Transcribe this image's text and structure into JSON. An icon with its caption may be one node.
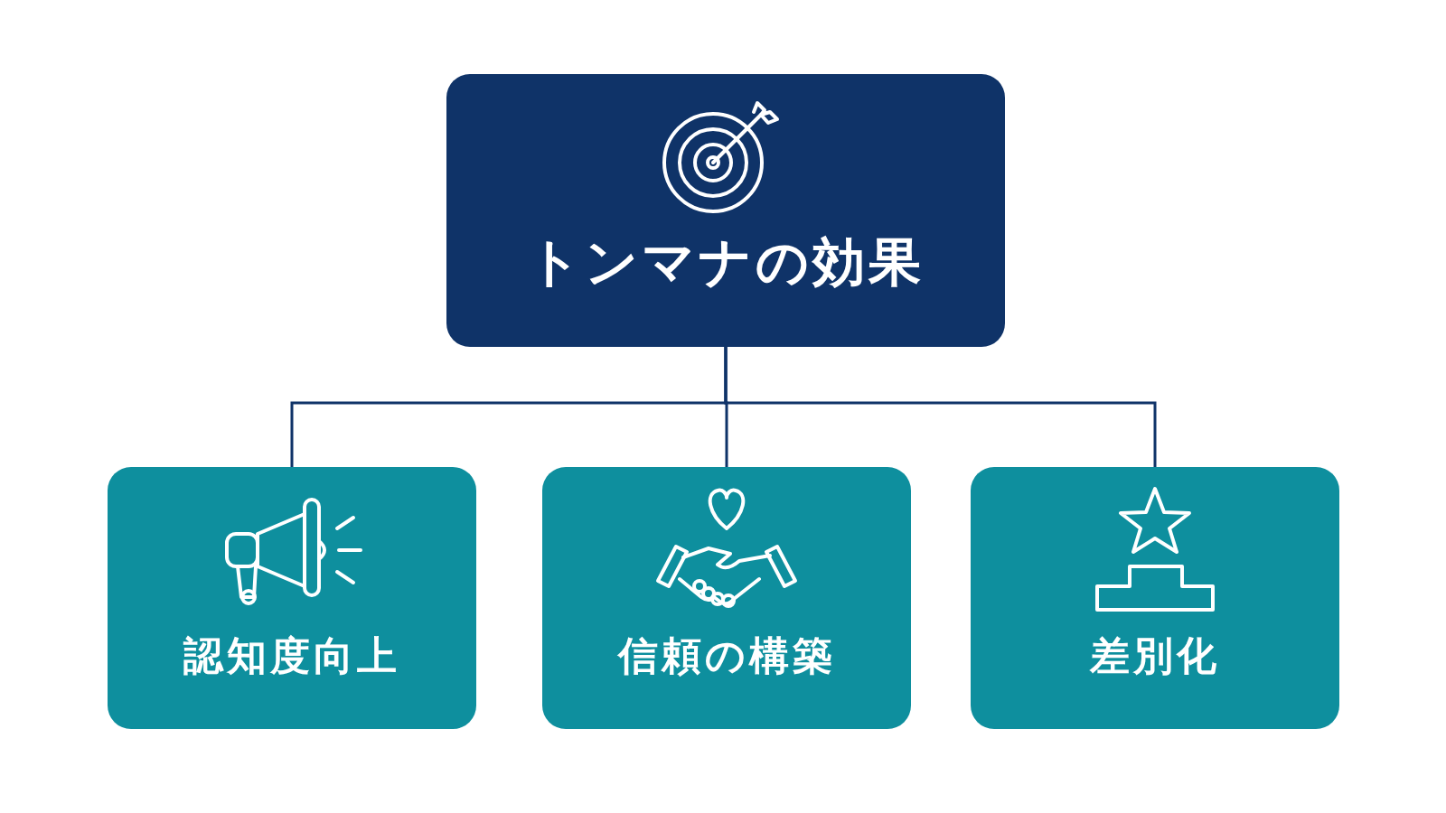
{
  "diagram": {
    "nodes": [
      {
        "text": [
          "トンマナの効果"
        ]
      },
      {
        "text": [
          "認知度向上"
        ]
      },
      {
        "text": [
          "信頼の構築"
        ]
      },
      {
        "text": [
          "差別化"
        ]
      }
    ],
    "edges": [
      {
        "from": 0,
        "to": 1,
        "arrow": "none"
      },
      {
        "from": 0,
        "to": 2,
        "arrow": "none"
      },
      {
        "from": 0,
        "to": 3,
        "arrow": "none"
      }
    ]
  }
}
